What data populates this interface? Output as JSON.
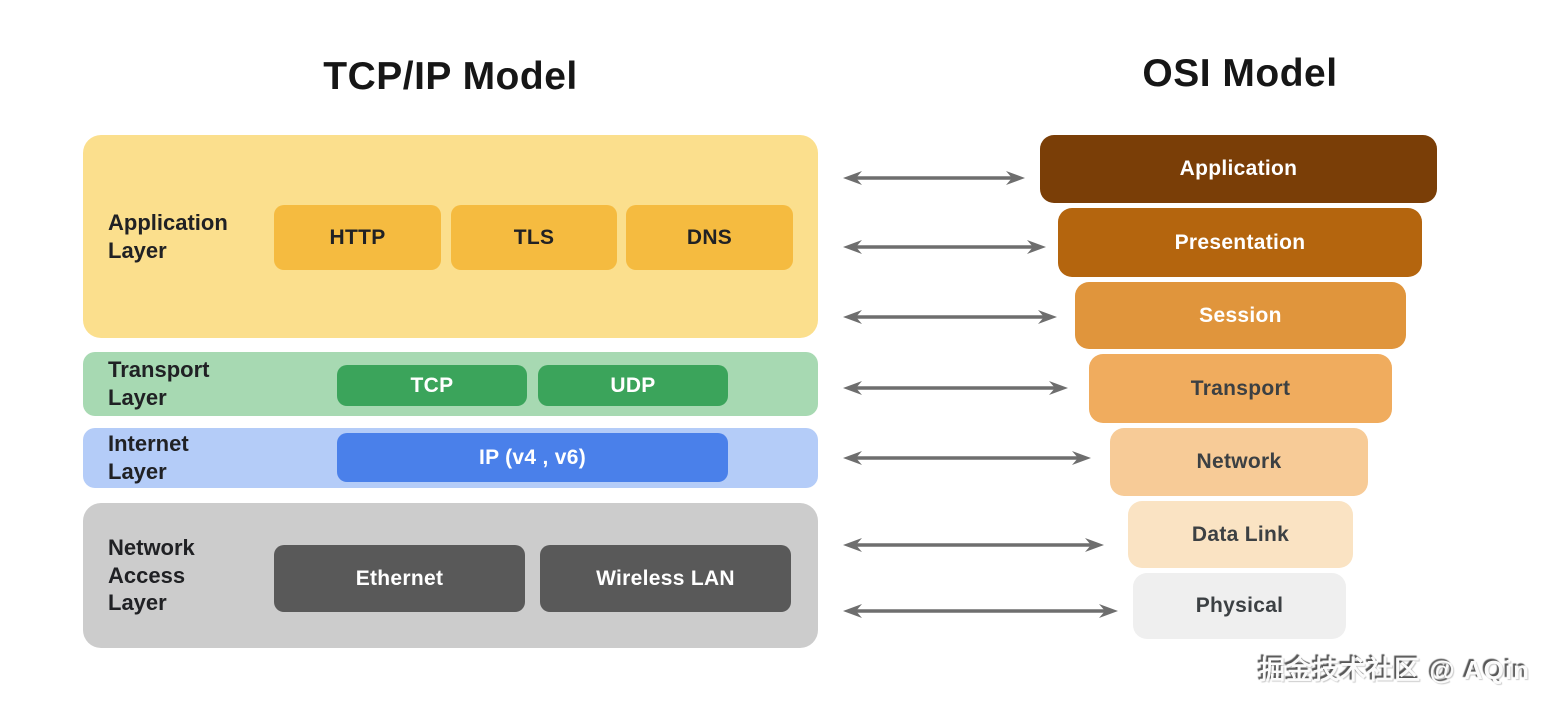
{
  "titles": {
    "left": "TCP/IP Model",
    "right": "OSI Model"
  },
  "tcpip": {
    "layers": [
      {
        "id": "application",
        "label": "Application Layer",
        "panel_color": "#FBDF8D",
        "chip_color": "#F5BB40",
        "chip_text_color": "#202124",
        "chips": [
          "HTTP",
          "TLS",
          "DNS"
        ]
      },
      {
        "id": "transport",
        "label": "Transport Layer",
        "panel_color": "#A7D9B2",
        "chip_color": "#3BA45B",
        "chip_text_color": "#FFFFFF",
        "chips": [
          "TCP",
          "UDP"
        ]
      },
      {
        "id": "internet",
        "label": "Internet Layer",
        "panel_color": "#B4CCF8",
        "chip_color": "#4A80EA",
        "chip_text_color": "#FFFFFF",
        "chips": [
          "IP (v4 , v6)"
        ]
      },
      {
        "id": "network-access",
        "label": "Network Access Layer",
        "panel_color": "#CCCCCC",
        "chip_color": "#595959",
        "chip_text_color": "#FFFFFF",
        "chips": [
          "Ethernet",
          "Wireless LAN"
        ]
      }
    ]
  },
  "osi": {
    "layers": [
      {
        "label": "Application",
        "color": "#7A3E07",
        "text_color": "#FFFFFF"
      },
      {
        "label": "Presentation",
        "color": "#B4650E",
        "text_color": "#FFFFFF"
      },
      {
        "label": "Session",
        "color": "#E0953C",
        "text_color": "#FFFFFF"
      },
      {
        "label": "Transport",
        "color": "#F0AC5E",
        "text_color": "#3C4043"
      },
      {
        "label": "Network",
        "color": "#F7CB97",
        "text_color": "#3C4043"
      },
      {
        "label": "Data Link",
        "color": "#FAE3C3",
        "text_color": "#3C4043"
      },
      {
        "label": "Physical",
        "color": "#EFEFEF",
        "text_color": "#3C4043"
      }
    ]
  },
  "arrows": {
    "color": "#6E6E6E",
    "count": 7
  },
  "watermark": "掘金技术社区 @ AQin"
}
